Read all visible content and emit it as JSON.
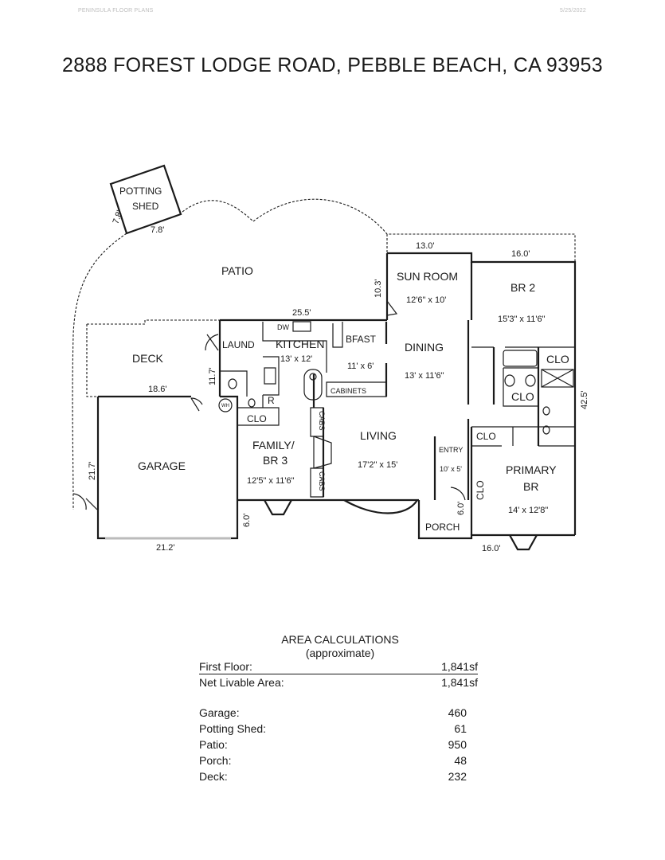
{
  "header": {
    "company": "PENINSULA FLOOR PLANS",
    "date": "5/25/2022",
    "title": "2888 FOREST LODGE ROAD, PEBBLE BEACH, CA  93953"
  },
  "rooms": {
    "potting_shed": [
      "POTTING",
      "SHED"
    ],
    "patio": "PATIO",
    "sun_room": {
      "name": "SUN ROOM",
      "size": "12'6\" x 10'"
    },
    "br2": {
      "name": "BR 2",
      "size": "15'3\" x 11'6\""
    },
    "deck": "DECK",
    "laund": "LAUND",
    "kitchen": {
      "name": "KITCHEN",
      "size": "13' x 12'"
    },
    "bfast": {
      "name": "BFAST",
      "size": "11' x 6'"
    },
    "dining": {
      "name": "DINING",
      "size": "13' x 11'6\""
    },
    "clo_br2": "CLO",
    "clo_bath": "CLO",
    "clo_hall": "CLO",
    "clo_primary_h": "CLO",
    "clo_primary_v": "CLO",
    "cabinets": "CABINETS",
    "dw": "DW",
    "r": "R",
    "wh": "WH",
    "cabs_top": "CABS",
    "cabs_bottom": "CABS",
    "garage": "GARAGE",
    "family": {
      "name_1": "FAMILY/",
      "name_2": "BR 3",
      "size": "12'5\" x 11'6\""
    },
    "living": {
      "name": "LIVING",
      "size": "17'2\" x 15'"
    },
    "entry": {
      "name": "ENTRY",
      "size": "10' x 5'"
    },
    "primary": {
      "name_1": "PRIMARY",
      "name_2": "BR",
      "size": "14' x 12'8\""
    },
    "porch": "PORCH"
  },
  "dimensions": {
    "shed_side": "7.8'",
    "shed_bottom": "7.8'",
    "sun_top": "13.0'",
    "br2_top": "16.0'",
    "sun_left": "10.3'",
    "kitchen_top": "25.5'",
    "laund_side": "11.7'",
    "deck_bottom": "18.6'",
    "right_side": "42.5'",
    "garage_side": "21.7'",
    "garage_bottom": "21.2'",
    "family_side": "6.0'",
    "porch_side": "6.0'",
    "primary_bottom": "16.0'"
  },
  "area": {
    "title": "AREA CALCULATIONS",
    "subtitle": "(approximate)",
    "rows": [
      {
        "label": "First  Floor:",
        "value": "1,841sf"
      },
      {
        "label": "Net Livable Area:",
        "value": "1,841sf"
      }
    ],
    "extras": [
      {
        "label": "Garage:",
        "value": "460"
      },
      {
        "label": "Potting Shed:",
        "value": "61"
      },
      {
        "label": "Patio:",
        "value": "950"
      },
      {
        "label": "Porch:",
        "value": "48"
      },
      {
        "label": "Deck:",
        "value": "232"
      }
    ]
  }
}
